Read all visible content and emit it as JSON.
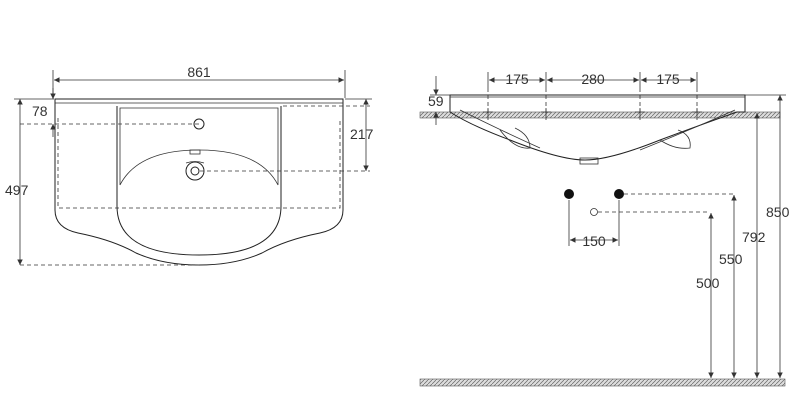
{
  "top_view": {
    "width_label": "861",
    "depth_label": "497",
    "tap_offset_label": "78",
    "drain_offset_label": "217"
  },
  "side_view": {
    "rim_label": "59",
    "spacing_labels": [
      "175",
      "280",
      "175"
    ],
    "supply_spacing_label": "150",
    "height_labels": [
      "500",
      "550",
      "792",
      "850"
    ]
  },
  "colors": {
    "line": "#222222",
    "supply_dot": "#111111"
  }
}
